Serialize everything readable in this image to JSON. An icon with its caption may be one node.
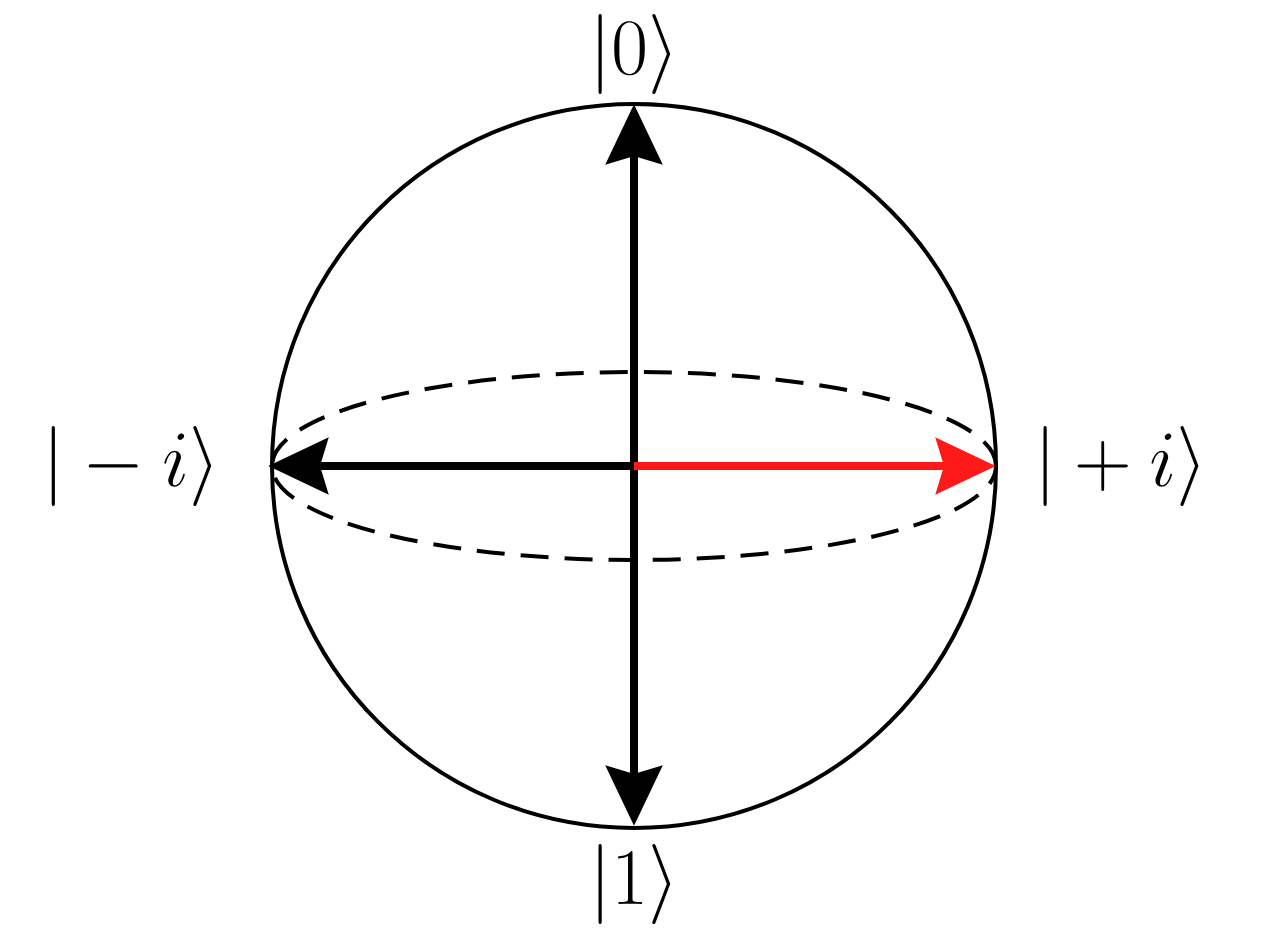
{
  "diagram": {
    "nodes": [
      {
        "text": [
          "|0\\rangle"
        ]
      },
      {
        "text": [
          "|-i\\rangle"
        ]
      },
      {
        "text": [
          "|+i\\rangle"
        ]
      },
      {
        "text": [
          "|1\\rangle"
        ]
      }
    ],
    "edges": [
      {
        "from": 3,
        "to": 0,
        "arrow": "both"
      },
      {
        "from": null,
        "to": 1,
        "arrow": "to"
      },
      {
        "from": null,
        "to": 2,
        "arrow": "to",
        "color": "#ff1a1a"
      }
    ]
  }
}
